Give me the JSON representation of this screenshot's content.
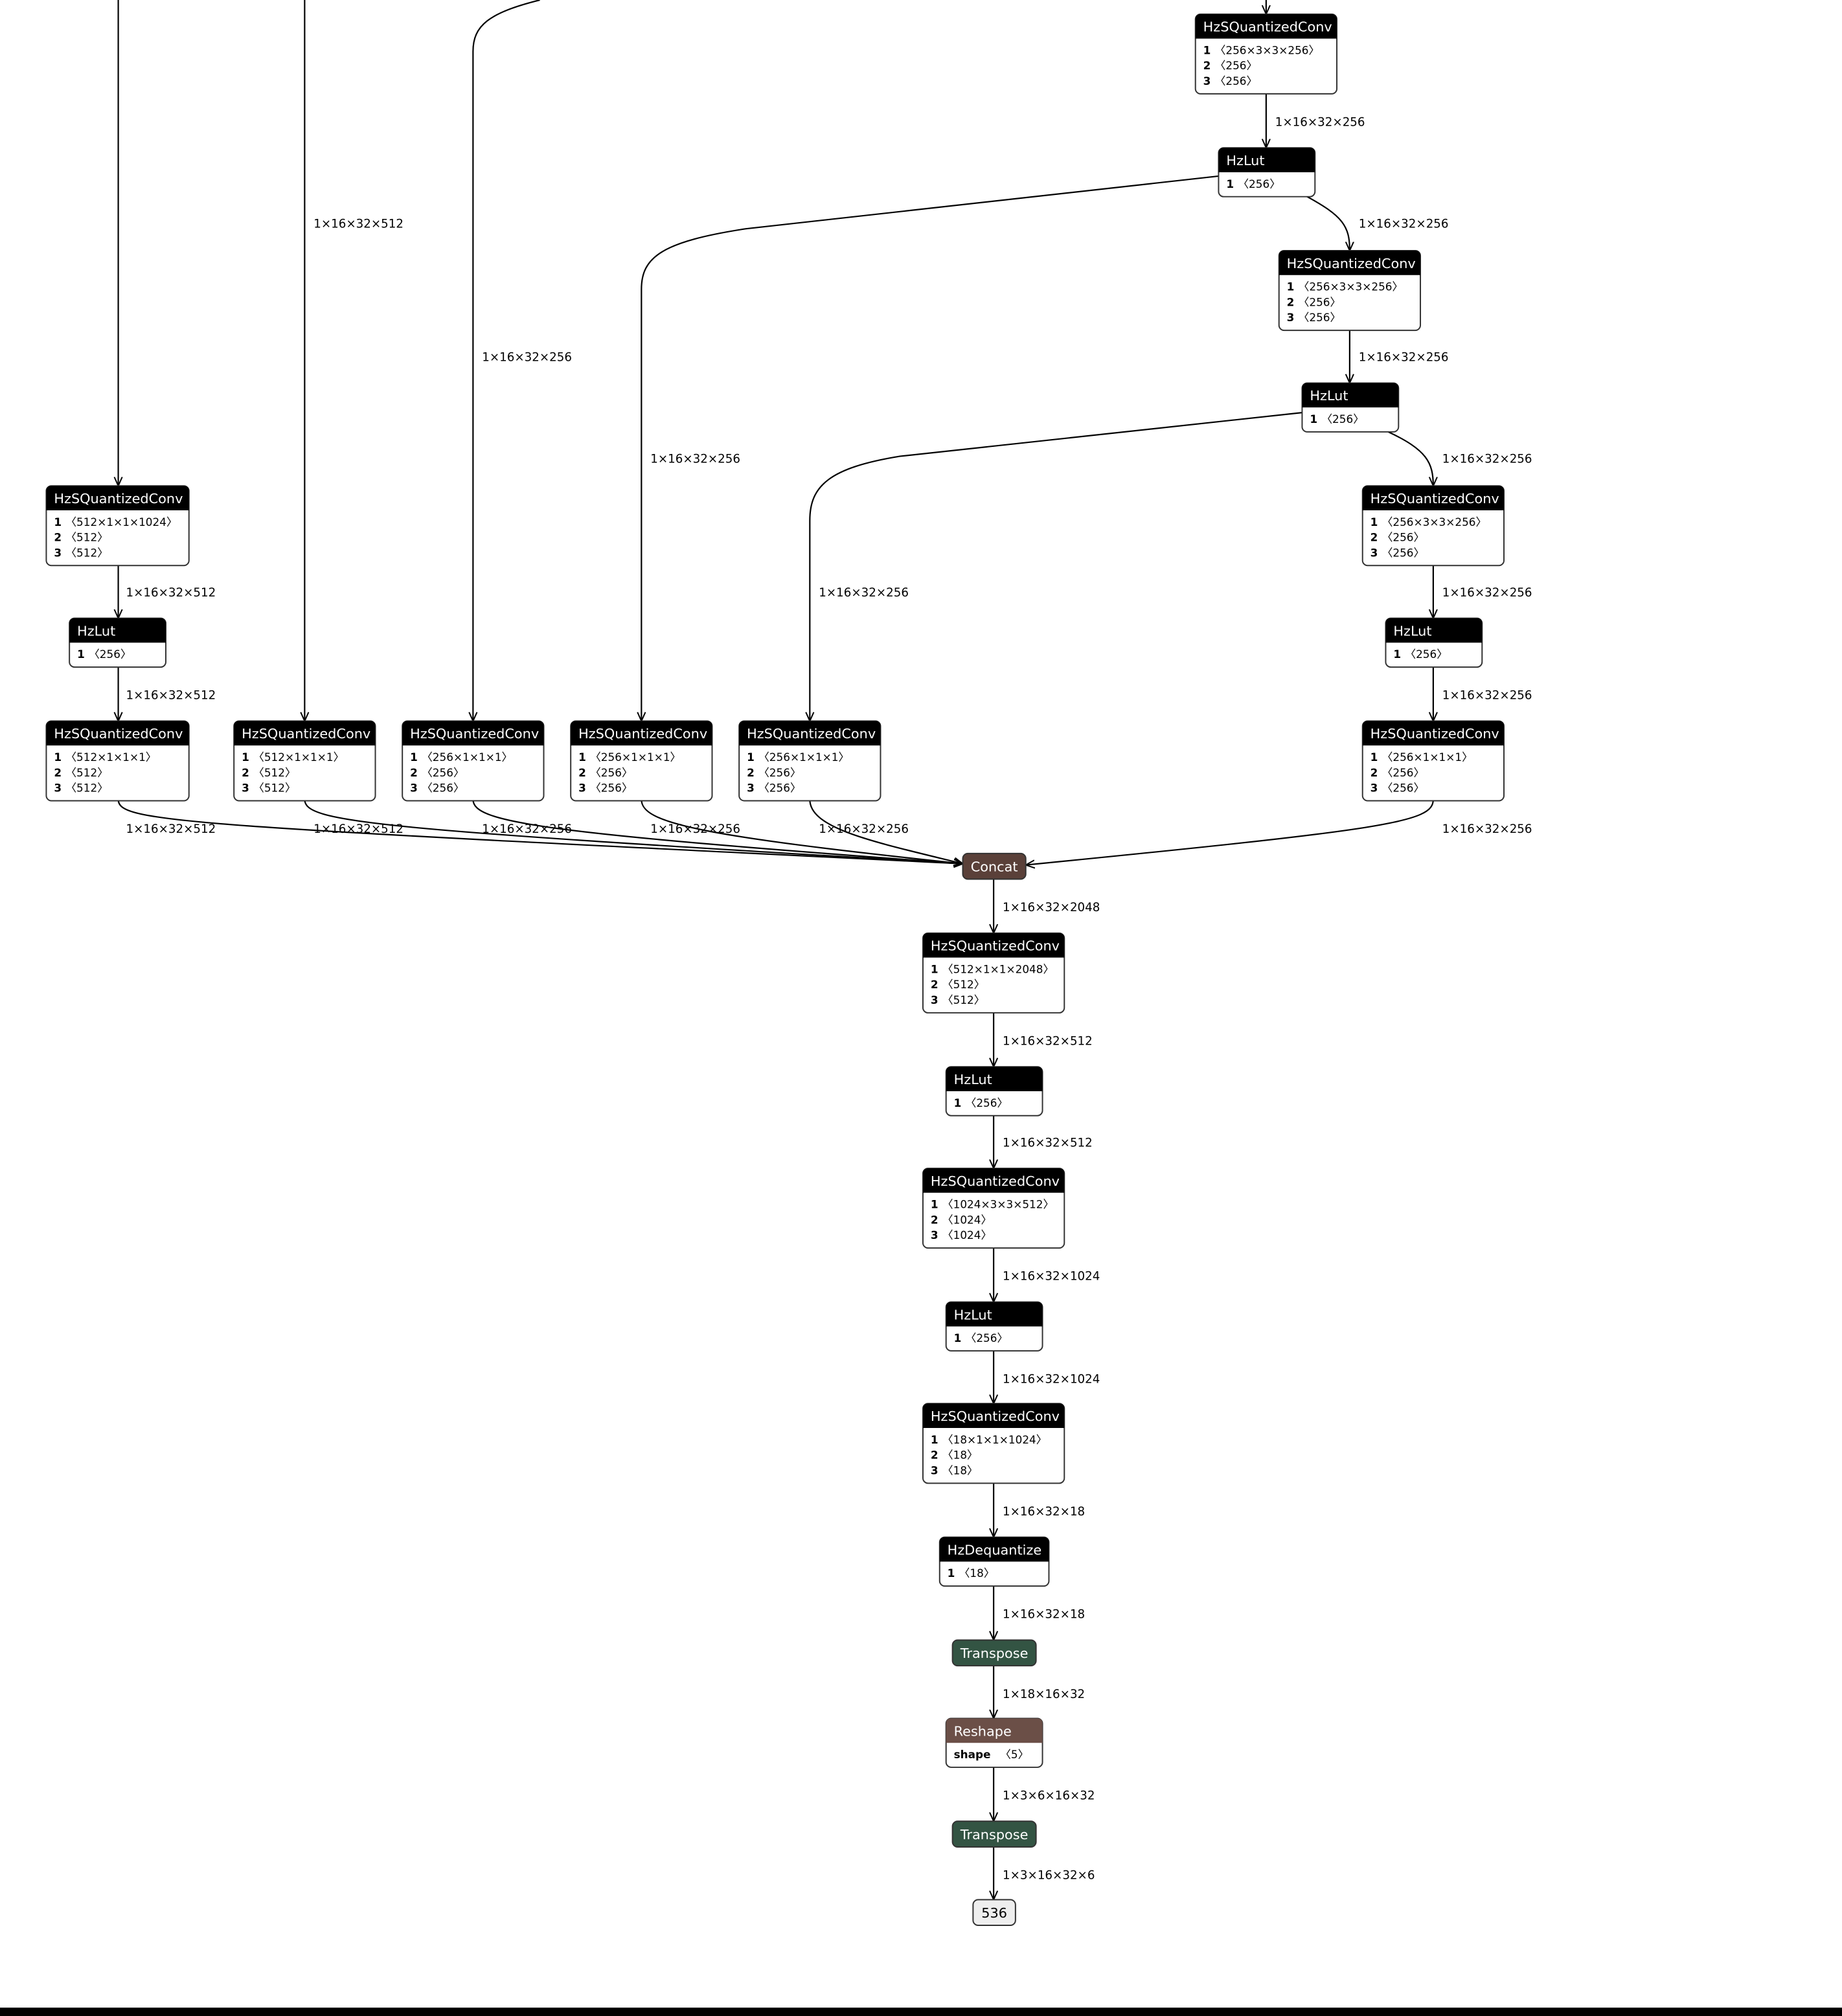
{
  "colors": {
    "conv_header": "#000000",
    "concat": "#5a4039",
    "reshape": "#6b4f47",
    "transpose": "#335443",
    "output_fill": "#eeeeee"
  },
  "nodes": {
    "c1": {
      "op": "HzSQuantizedConv",
      "rows": [
        {
          "k": "1",
          "v": "〈256×3×3×256〉"
        },
        {
          "k": "2",
          "v": "〈256〉"
        },
        {
          "k": "3",
          "v": "〈256〉"
        }
      ]
    },
    "l1": {
      "op": "HzLut",
      "rows": [
        {
          "k": "1",
          "v": "〈256〉"
        }
      ]
    },
    "c2": {
      "op": "HzSQuantizedConv",
      "rows": [
        {
          "k": "1",
          "v": "〈256×3×3×256〉"
        },
        {
          "k": "2",
          "v": "〈256〉"
        },
        {
          "k": "3",
          "v": "〈256〉"
        }
      ]
    },
    "l2": {
      "op": "HzLut",
      "rows": [
        {
          "k": "1",
          "v": "〈256〉"
        }
      ]
    },
    "c3": {
      "op": "HzSQuantizedConv",
      "rows": [
        {
          "k": "1",
          "v": "〈256×3×3×256〉"
        },
        {
          "k": "2",
          "v": "〈256〉"
        },
        {
          "k": "3",
          "v": "〈256〉"
        }
      ]
    },
    "l3": {
      "op": "HzLut",
      "rows": [
        {
          "k": "1",
          "v": "〈256〉"
        }
      ]
    },
    "c4": {
      "op": "HzSQuantizedConv",
      "rows": [
        {
          "k": "1",
          "v": "〈256×1×1×1〉"
        },
        {
          "k": "2",
          "v": "〈256〉"
        },
        {
          "k": "3",
          "v": "〈256〉"
        }
      ]
    },
    "c5": {
      "op": "HzSQuantizedConv",
      "rows": [
        {
          "k": "1",
          "v": "〈512×1×1×1024〉"
        },
        {
          "k": "2",
          "v": "〈512〉"
        },
        {
          "k": "3",
          "v": "〈512〉"
        }
      ]
    },
    "l5": {
      "op": "HzLut",
      "rows": [
        {
          "k": "1",
          "v": "〈256〉"
        }
      ]
    },
    "c6": {
      "op": "HzSQuantizedConv",
      "rows": [
        {
          "k": "1",
          "v": "〈512×1×1×1〉"
        },
        {
          "k": "2",
          "v": "〈512〉"
        },
        {
          "k": "3",
          "v": "〈512〉"
        }
      ]
    },
    "c7": {
      "op": "HzSQuantizedConv",
      "rows": [
        {
          "k": "1",
          "v": "〈512×1×1×1〉"
        },
        {
          "k": "2",
          "v": "〈512〉"
        },
        {
          "k": "3",
          "v": "〈512〉"
        }
      ]
    },
    "c8": {
      "op": "HzSQuantizedConv",
      "rows": [
        {
          "k": "1",
          "v": "〈256×1×1×1〉"
        },
        {
          "k": "2",
          "v": "〈256〉"
        },
        {
          "k": "3",
          "v": "〈256〉"
        }
      ]
    },
    "c9": {
      "op": "HzSQuantizedConv",
      "rows": [
        {
          "k": "1",
          "v": "〈256×1×1×1〉"
        },
        {
          "k": "2",
          "v": "〈256〉"
        },
        {
          "k": "3",
          "v": "〈256〉"
        }
      ]
    },
    "c10": {
      "op": "HzSQuantizedConv",
      "rows": [
        {
          "k": "1",
          "v": "〈256×1×1×1〉"
        },
        {
          "k": "2",
          "v": "〈256〉"
        },
        {
          "k": "3",
          "v": "〈256〉"
        }
      ]
    },
    "concat": {
      "op": "Concat",
      "rows": []
    },
    "c11": {
      "op": "HzSQuantizedConv",
      "rows": [
        {
          "k": "1",
          "v": "〈512×1×1×2048〉"
        },
        {
          "k": "2",
          "v": "〈512〉"
        },
        {
          "k": "3",
          "v": "〈512〉"
        }
      ]
    },
    "l11": {
      "op": "HzLut",
      "rows": [
        {
          "k": "1",
          "v": "〈256〉"
        }
      ]
    },
    "c12": {
      "op": "HzSQuantizedConv",
      "rows": [
        {
          "k": "1",
          "v": "〈1024×3×3×512〉"
        },
        {
          "k": "2",
          "v": "〈1024〉"
        },
        {
          "k": "3",
          "v": "〈1024〉"
        }
      ]
    },
    "l12": {
      "op": "HzLut",
      "rows": [
        {
          "k": "1",
          "v": "〈256〉"
        }
      ]
    },
    "c13": {
      "op": "HzSQuantizedConv",
      "rows": [
        {
          "k": "1",
          "v": "〈18×1×1×1024〉"
        },
        {
          "k": "2",
          "v": "〈18〉"
        },
        {
          "k": "3",
          "v": "〈18〉"
        }
      ]
    },
    "deq": {
      "op": "HzDequantize",
      "rows": [
        {
          "k": "1",
          "v": "〈18〉"
        }
      ]
    },
    "t1": {
      "op": "Transpose",
      "rows": []
    },
    "reshape": {
      "op": "Reshape",
      "rows": [
        {
          "k": "shape",
          "v": "〈5〉"
        }
      ]
    },
    "t2": {
      "op": "Transpose",
      "rows": []
    },
    "out": {
      "op": "536",
      "rows": []
    }
  },
  "edges": [
    {
      "label": ""
    },
    {
      "label": "1×16×32×256"
    },
    {
      "label": "1×16×32×256"
    },
    {
      "label": "1×16×32×256"
    },
    {
      "label": "1×16×32×256"
    },
    {
      "label": "1×16×32×256"
    },
    {
      "label": "1×16×32×256"
    },
    {
      "label": ""
    },
    {
      "label": "1×16×32×512"
    },
    {
      "label": "1×16×32×512"
    },
    {
      "label": "1×16×32×512"
    },
    {
      "label": "1×16×32×256"
    },
    {
      "label": "1×16×32×256"
    },
    {
      "label": "1×16×32×256"
    },
    {
      "label": "1×16×32×512"
    },
    {
      "label": "1×16×32×512"
    },
    {
      "label": "1×16×32×256"
    },
    {
      "label": "1×16×32×256"
    },
    {
      "label": "1×16×32×256"
    },
    {
      "label": "1×16×32×256"
    },
    {
      "label": "1×16×32×2048"
    },
    {
      "label": "1×16×32×512"
    },
    {
      "label": "1×16×32×512"
    },
    {
      "label": "1×16×32×1024"
    },
    {
      "label": "1×16×32×1024"
    },
    {
      "label": "1×16×32×18"
    },
    {
      "label": "1×16×32×18"
    },
    {
      "label": "1×18×16×32"
    },
    {
      "label": "1×3×6×16×32"
    },
    {
      "label": "1×3×16×32×6"
    }
  ]
}
